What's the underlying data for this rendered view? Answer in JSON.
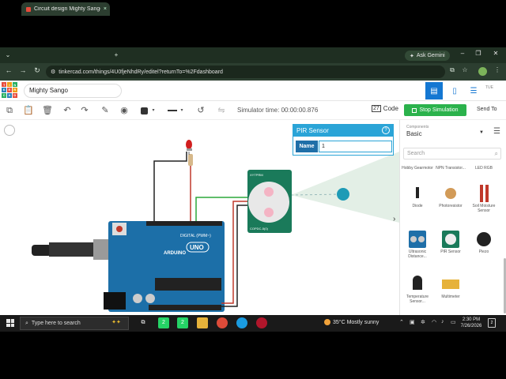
{
  "browser": {
    "tab_title": "Circuit design Mighty Sango - ",
    "new_tab_symbol": "+",
    "ask_gemini": "Ask Gemini",
    "url": "tinkercad.com/things/4U0fjeNhdRy/editel?returnTo=%2Fdashboard",
    "tab_close": "×",
    "win_min": "–",
    "win_max": "❐",
    "win_close": "✕"
  },
  "tinkercad": {
    "logo_letters": [
      "T",
      "I",
      "N",
      "K",
      "E",
      "R",
      "C",
      "A",
      "D"
    ],
    "project_name": "Mighty Sango",
    "simulator_time": "Simulator time: 00:00:00.876",
    "code_label": "Code",
    "stop_simulation": "Stop Simulation",
    "send_to": "Send To",
    "avatar_text": "TUE"
  },
  "inspector": {
    "title": "PIR Sensor",
    "help": "?",
    "name_label": "Name",
    "name_value": "1"
  },
  "components_panel": {
    "label": "Components",
    "selected": "Basic",
    "search_placeholder": "Search",
    "items": [
      {
        "label": "Hobby Gearmotor"
      },
      {
        "label": "NPN Transistor..."
      },
      {
        "label": "LED RGB"
      },
      {
        "label": "Diode"
      },
      {
        "label": "Photoresistor"
      },
      {
        "label": "Soil Moisture Sensor"
      },
      {
        "label": "Ultrasonic Distance..."
      },
      {
        "label": "PIR Sensor"
      },
      {
        "label": "Piezo"
      },
      {
        "label": "Temperature Sensor..."
      },
      {
        "label": "Multimeter"
      }
    ]
  },
  "circuit": {
    "arduino_label": "UNO",
    "arduino_brand": "ARDUINO",
    "digital_label": "DIGITAL (PWM~)",
    "pir_top": "XYTPRM",
    "pir_bottom": "COPDC-5(0)"
  },
  "taskbar": {
    "search_placeholder": "Type here to search",
    "weather": "35°C  Mostly sunny",
    "time": "2:30 PM",
    "date": "7/26/2026",
    "notifications": "2",
    "whatsapp_badge_1": "2",
    "whatsapp_badge_2": "2"
  },
  "colors": {
    "accent": "#1477d2",
    "inspector": "#2aa4d7",
    "stop_green": "#2bb24c",
    "arduino_blue": "#1c6fa8"
  }
}
